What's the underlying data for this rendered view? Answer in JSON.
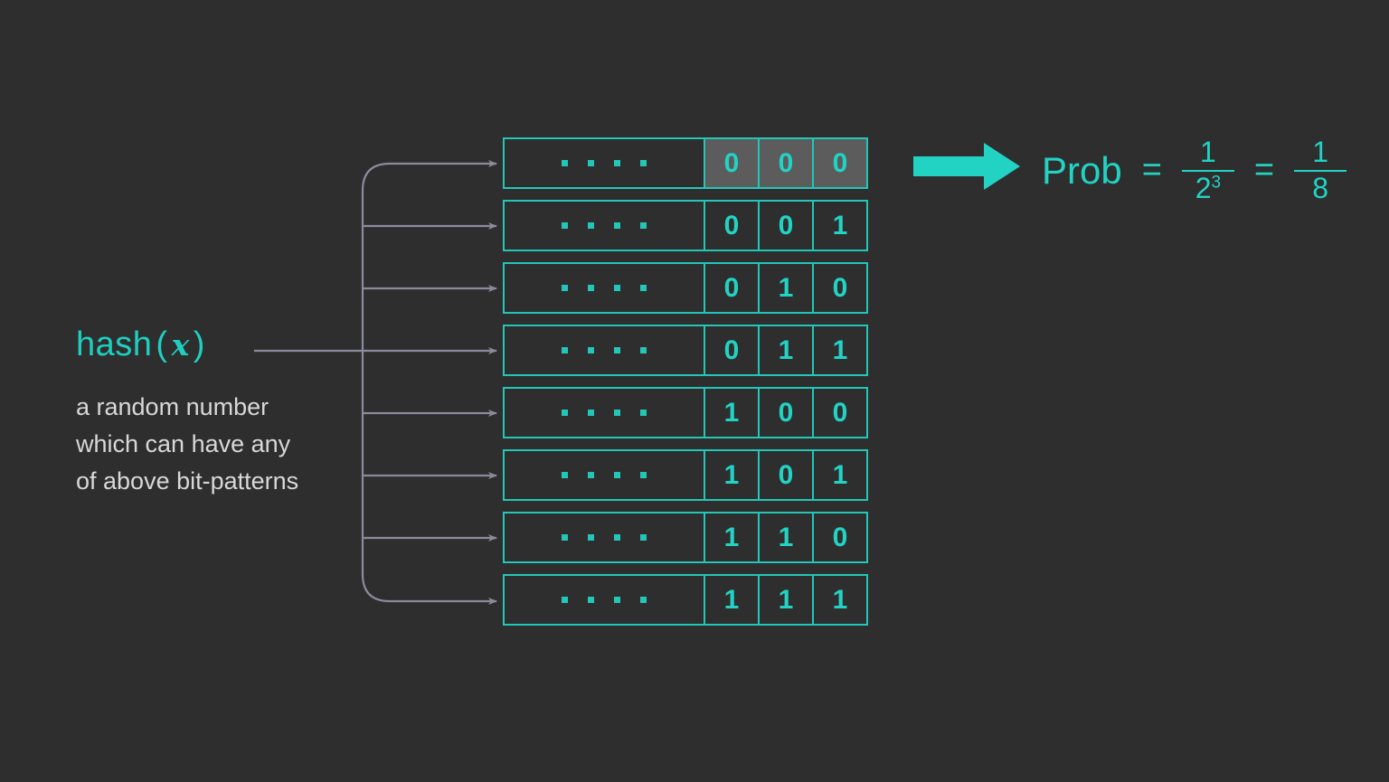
{
  "background_color": "#2e2e2e",
  "accent_color": "#22d3c4",
  "border_color": "#22c7b8",
  "connector_color": "#8b8b9c",
  "highlight_cell_color": "#5c5c5c",
  "text_color": "#d8d8d8",
  "annotation": {
    "hash_label_prefix": "hash",
    "hash_paren_open": "(",
    "hash_variable": "x",
    "hash_paren_close": ")",
    "description": "a random number which can have any of above bit-patterns"
  },
  "table": {
    "dots_per_row": 4,
    "rows": [
      {
        "bits": [
          "0",
          "0",
          "0"
        ],
        "highlighted": true
      },
      {
        "bits": [
          "0",
          "0",
          "1"
        ],
        "highlighted": false
      },
      {
        "bits": [
          "0",
          "1",
          "0"
        ],
        "highlighted": false
      },
      {
        "bits": [
          "0",
          "1",
          "1"
        ],
        "highlighted": false
      },
      {
        "bits": [
          "1",
          "0",
          "0"
        ],
        "highlighted": false
      },
      {
        "bits": [
          "1",
          "0",
          "1"
        ],
        "highlighted": false
      },
      {
        "bits": [
          "1",
          "1",
          "0"
        ],
        "highlighted": false
      },
      {
        "bits": [
          "1",
          "1",
          "1"
        ],
        "highlighted": false
      }
    ]
  },
  "probability": {
    "label": "Prob",
    "equals_1": "=",
    "fraction_1": {
      "numerator": "1",
      "denominator_base": "2",
      "denominator_exponent": "3"
    },
    "equals_2": "=",
    "fraction_2": {
      "numerator": "1",
      "denominator": "8"
    }
  }
}
